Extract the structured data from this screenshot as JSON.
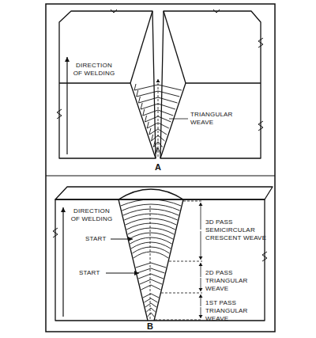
{
  "diagram": {
    "labels": [
      "DIRECTION OF WELDING",
      "TRIANGULAR WEAVE",
      "A",
      "DIRECTION OF WELDING",
      "START",
      "START",
      "3D PASS SEMICIRCULAR CRESCENT WEAVE",
      "2D PASS TRIANGULAR WEAVE",
      "1ST PASS TRIANGULAR WEAVE",
      "B"
    ]
  }
}
